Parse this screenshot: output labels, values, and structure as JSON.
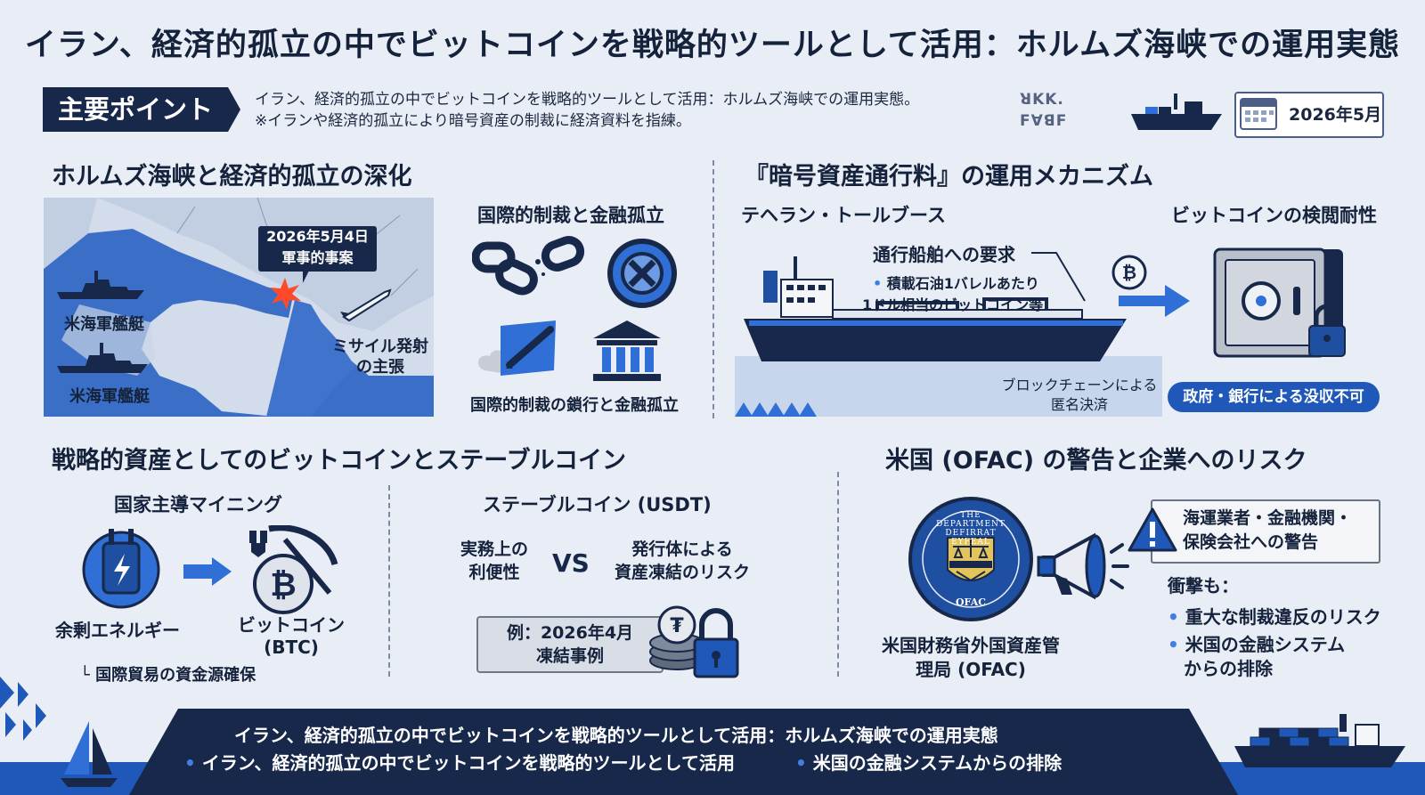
{
  "header": {
    "title": "イラン、経済的孤立の中でビットコインを戦略的ツールとして活用：ホルムズ海峡での運用実態",
    "key_points_label": "主要ポイント",
    "key_points_line1": "イラン、経済的孤立の中でビットコインを戦略的ツールとして活用：ホルムズ海峡での運用実態。",
    "key_points_line2": "※イランや経済的孤立により暗号資産の制裁に経済資料を指練。",
    "logo_line1": "ꓤKK.",
    "logo_line2": "ꓝꓯꓭꓝ",
    "date": "2026年5月"
  },
  "hormuz": {
    "title": "ホルムズ海峡と経済的孤立の深化",
    "callout_line1": "2026年5月4日",
    "callout_line2": "軍事的事案",
    "ship_label_1": "米海軍艦艇",
    "ship_label_2": "米海軍艦艇",
    "missile_line1": "ミサイル発射",
    "missile_line2": "の主張",
    "sanctions_title": "国際的制裁と金融孤立",
    "sanctions_caption": "国際的制裁の鎖行と金融孤立"
  },
  "mechanism": {
    "title": "『暗号資産通行料』の運用メカニズム",
    "booth_title": "テヘラン・トールブース",
    "request_title": "通行船舶への要求",
    "request_line1": "積載石油1バレルあたり",
    "request_line2": "1ドル相当のビットコイン等",
    "blockchain_line1": "ブロックチェーンによる",
    "blockchain_line2": "匿名決済",
    "censorship_title": "ビットコインの検閲耐性",
    "no_seizure": "政府・銀行による没収不可"
  },
  "strategic": {
    "title": "戦略的資産としてのビットコインとステーブルコイン",
    "mining_title": "国家主導マイニング",
    "energy_label": "余剰エネルギー",
    "btc_label_line1": "ビットコイン",
    "btc_label_line2": "(BTC)",
    "trade_label": "└ 国際貿易の資金源確保",
    "stable_title": "ステーブルコイン (USDT)",
    "convenience_line1": "実務上の",
    "convenience_line2": "利便性",
    "vs": "VS",
    "freeze_line1": "発行体による",
    "freeze_line2": "資産凍結のリスク",
    "example_line1": "例：2026年4月",
    "example_line2": "凍結事例"
  },
  "ofac": {
    "title": "米国 (OFAC) の警告と企業へのリスク",
    "seal_text": "THE DEPARTMENT DEFIRRAT EYFEAL",
    "seal_bottom": "OFAC",
    "agency_line1": "米国財務省外国資産管",
    "agency_line2": "理局 (OFAC)",
    "warning_line1": "海運業者・金融機関・",
    "warning_line2": "保険会社への警告",
    "impact_title": "衝撃も：",
    "risk1": "重大な制裁違反のリスク",
    "risk2_line1": "米国の金融システム",
    "risk2_line2": "からの排除"
  },
  "footer": {
    "line1": "イラン、経済的孤立の中でビットコインを戦略的ツールとして活用：ホルムズ海峡での運用実態",
    "bullet1": "イラン、経済的孤立の中でビットコインを戦略的ツールとして活用",
    "bullet2": "米国の金融システムからの排除"
  },
  "colors": {
    "navy": "#17284a",
    "blue": "#1f58b8",
    "accent": "#2f6fd6",
    "background": "#e9eef6",
    "burst": "#ff4a2a"
  }
}
